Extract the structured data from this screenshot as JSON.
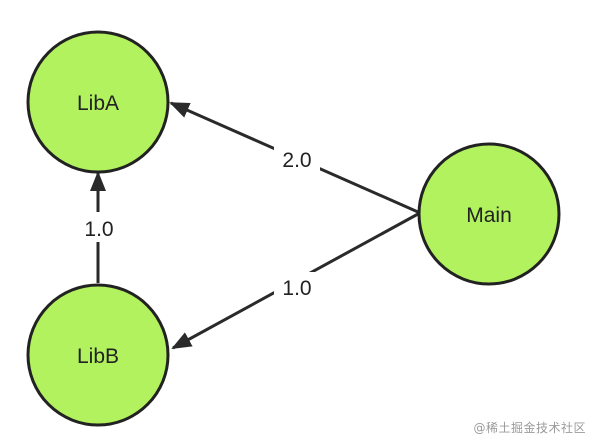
{
  "diagram": {
    "nodes": [
      {
        "id": "libA",
        "label": "LibA"
      },
      {
        "id": "libB",
        "label": "LibB"
      },
      {
        "id": "main",
        "label": "Main"
      }
    ],
    "edges": [
      {
        "from": "main",
        "to": "libA",
        "label": "2.0"
      },
      {
        "from": "main",
        "to": "libB",
        "label": "1.0"
      },
      {
        "from": "libB",
        "to": "libA",
        "label": "1.0"
      }
    ],
    "colors": {
      "node_fill": "#b2f25e",
      "node_stroke": "#222222",
      "edge_stroke": "#2a2a2a",
      "text": "#222222"
    }
  },
  "watermark": "@稀土掘金技术社区"
}
